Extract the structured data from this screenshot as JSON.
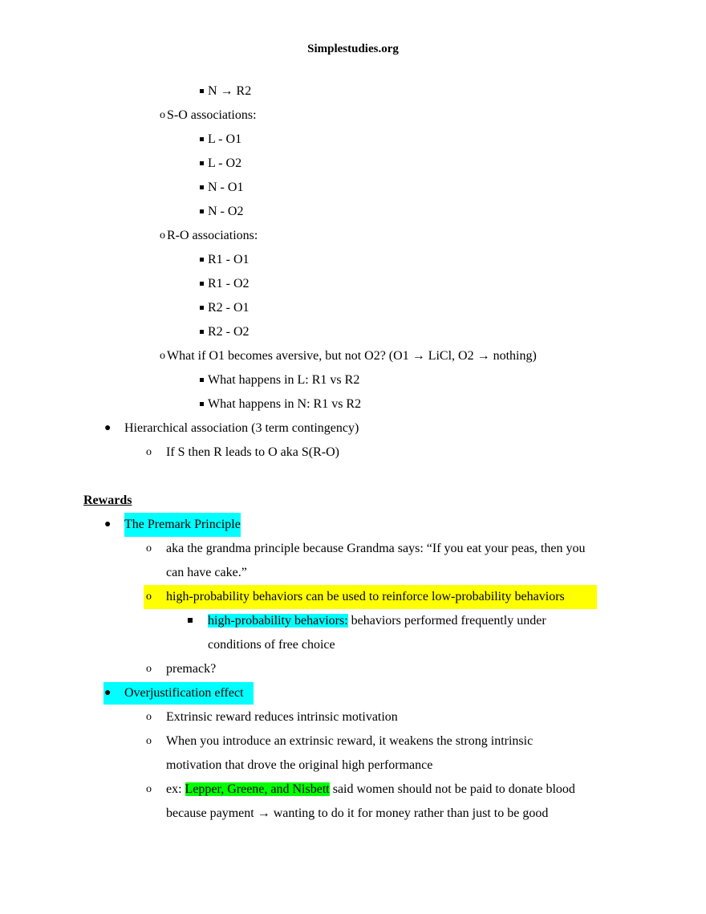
{
  "header": {
    "site": "Simplestudies.org"
  },
  "lines": [
    {
      "text": "N → R2"
    },
    {
      "text": "S-O associations:"
    },
    {
      "text": "L - O1"
    },
    {
      "text": "L - O2"
    },
    {
      "text": "N - O1"
    },
    {
      "text": "N - O2"
    },
    {
      "text": "R-O associations:"
    },
    {
      "text": "R1 - O1"
    },
    {
      "text": "R1 - O2"
    },
    {
      "text": "R2 - O1"
    },
    {
      "text": "R2 - O2"
    },
    {
      "text": "What if O1 becomes aversive, but not O2? (O1 → LiCl, O2 → nothing)"
    },
    {
      "text": "What happens in L: R1 vs R2"
    },
    {
      "text": "What happens in N: R1 vs R2"
    },
    {
      "text": "Hierarchical association (3 term contingency)"
    },
    {
      "text": "If S then R leads to O aka S(R-O)"
    }
  ],
  "rewards": {
    "heading": "Rewards",
    "premark": {
      "title": "The Premark Principle",
      "aka_line1": "aka the grandma principle because Grandma says: “If you eat your peas, then you",
      "aka_line2": "can have cake.”",
      "high_prob": "high-probability behaviors can be used to reinforce low-probability behaviors",
      "def_term": "high-probability behaviors:",
      "def_rest": " behaviors performed frequently under",
      "def_line2": "conditions of free choice",
      "premack": "premack?"
    },
    "overjust": {
      "title": "Overjustification effect",
      "item1": "Extrinsic reward reduces intrinsic motivation",
      "item2_line1": "When you introduce an extrinsic reward, it weakens the strong intrinsic",
      "item2_line2": "motivation that drove the original high performance",
      "ex_prefix": "ex: ",
      "ex_names": "Lepper, Greene, and Nisbett",
      "ex_rest": " said women should not be paid to donate blood",
      "ex_line2_a": "because payment ",
      "ex_arrow": "→",
      "ex_line2_b": " wanting to do it for money rather than just to be good"
    }
  }
}
